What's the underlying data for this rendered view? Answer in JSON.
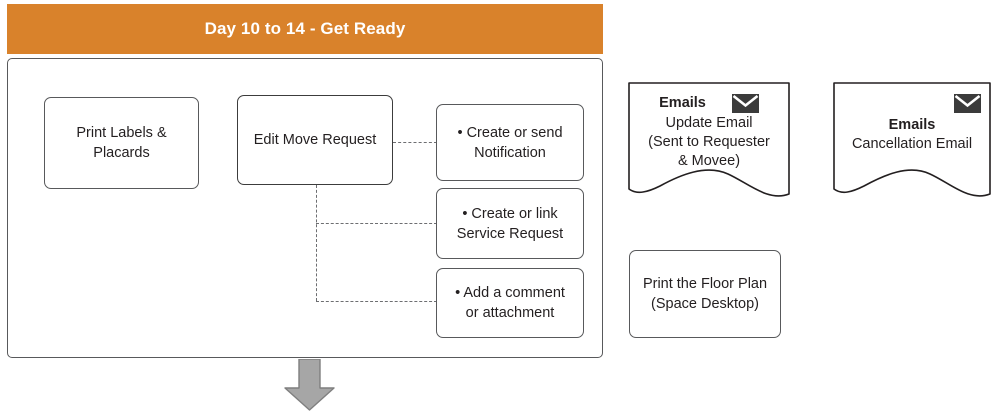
{
  "phase": {
    "title": "Day 10 to 14 - Get Ready",
    "banner_color": "#d9822b",
    "title_color": "#ffffff"
  },
  "nodes": {
    "print_labels": "Print Labels &\nPlacards",
    "edit_move_request": "Edit Move Request",
    "create_notification": "• Create or send\nNotification",
    "create_service_request": "• Create or link\nService Request",
    "add_comment": "• Add a comment\nor  attachment",
    "print_floor_plan": "Print the Floor Plan\n(Space Desktop)"
  },
  "documents": [
    {
      "id": "update-email",
      "title": "Emails",
      "icon": "envelope-icon",
      "body": "Update Email\n(Sent to Requester\n& Movee)"
    },
    {
      "id": "cancellation-email",
      "title": "Emails",
      "icon": "envelope-icon",
      "body": "Cancellation Email"
    }
  ],
  "connectors": {
    "style": "dashed",
    "color": "#6d6e71"
  },
  "flow_arrow": {
    "name": "down-arrow",
    "fill": "#a6a6a6",
    "stroke": "#7f7f7f"
  }
}
